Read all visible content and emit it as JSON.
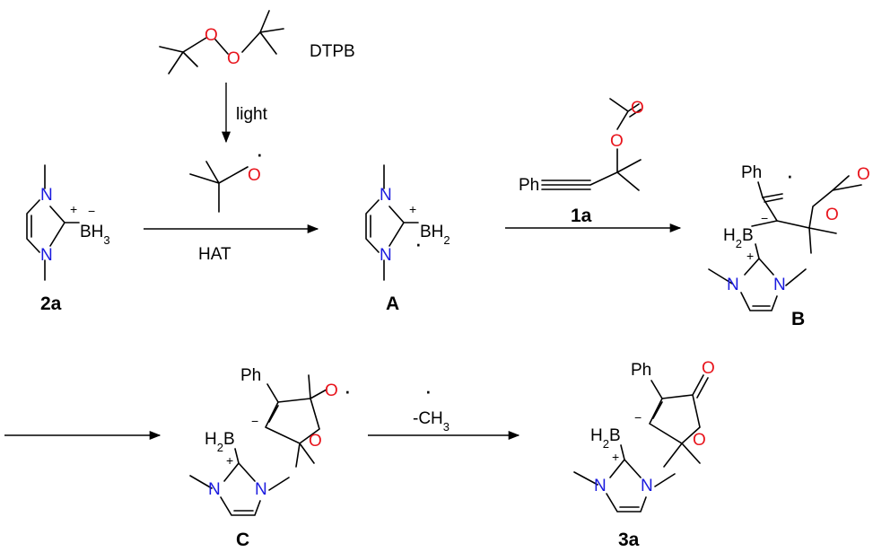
{
  "colors": {
    "oxygen": "#e8141c",
    "nitrogen": "#1a1adf",
    "ink": "#000000"
  },
  "atoms": {
    "O": "O",
    "N": "N",
    "B": "B",
    "BH3": "BH",
    "BH3_sub": "3",
    "BH2": "BH",
    "BH2_sub": "2",
    "H2B_pre": "H",
    "H2B_sub": "2",
    "H2B_B": "B",
    "Ph": "Ph"
  },
  "charges": {
    "plus": "+",
    "minus": "−",
    "radical": "·"
  },
  "reagents": {
    "dtpb": "DTPB",
    "light": "light",
    "hat": "HAT",
    "methyl_pre": "-CH",
    "methyl_sub": "3"
  },
  "compounds": {
    "c2a": "2a",
    "A": "A",
    "c1a": "1a",
    "B": "B",
    "C": "C",
    "c3a": "3a"
  }
}
